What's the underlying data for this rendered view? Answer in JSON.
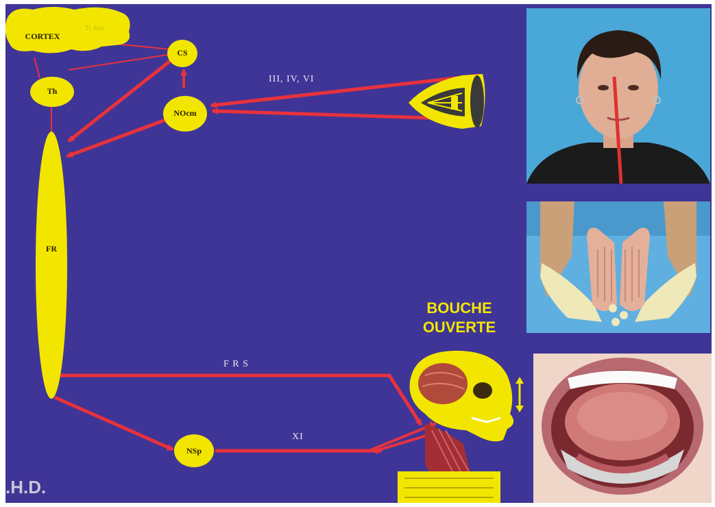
{
  "nodes": {
    "cortex": "CORTEX",
    "cortex_faint": "Tr Aux",
    "cs": "CS",
    "th": "Th",
    "nocm": "NOcm",
    "fr": "FR",
    "nsp": "NSp"
  },
  "pathways": {
    "eye_nerves": "III, IV, VI",
    "frs": "F R S",
    "xi": "XI"
  },
  "caption": {
    "line1": "BOUCHE",
    "line2": "OUVERTE"
  },
  "watermark": ".H.D.",
  "colors": {
    "background": "#3f3596",
    "node": "#f2e600",
    "arrow": "#e8323c"
  }
}
